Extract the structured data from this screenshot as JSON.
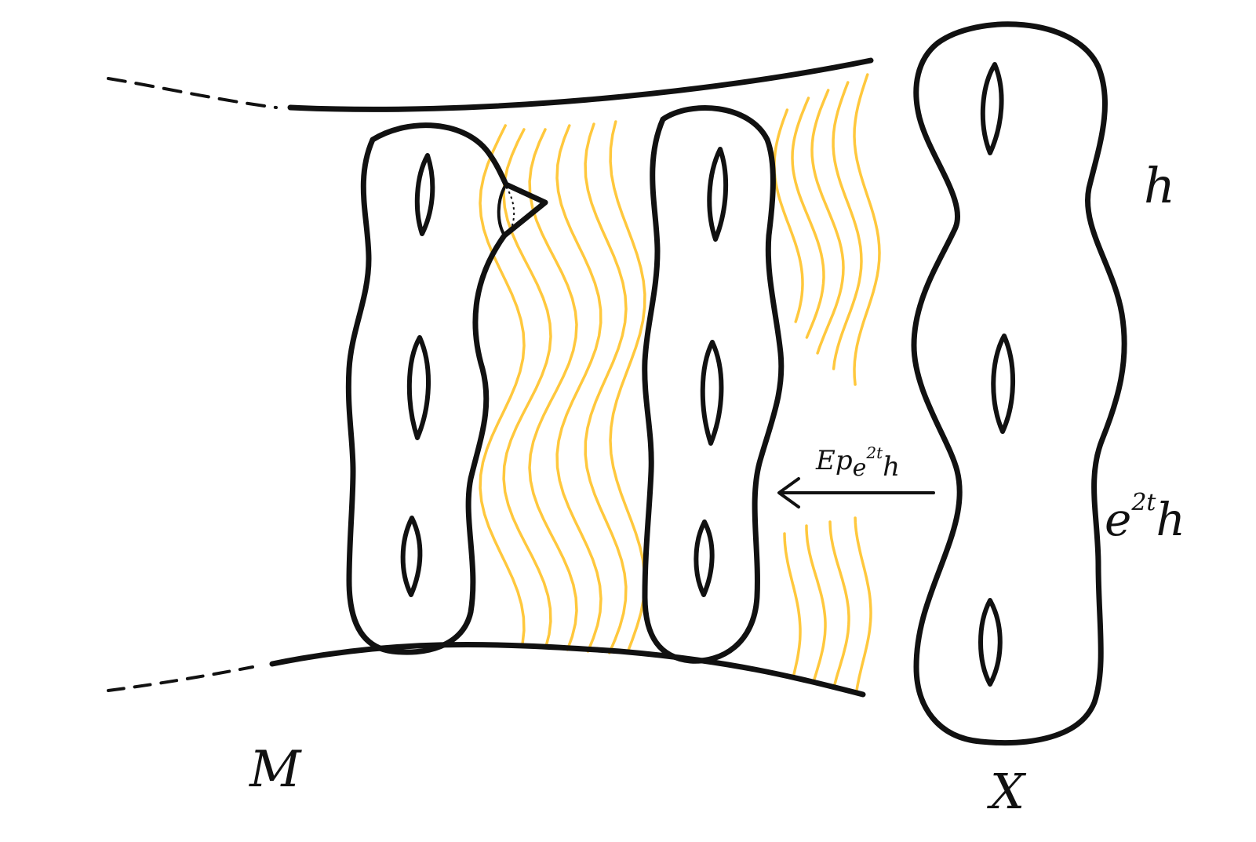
{
  "labels": {
    "manifold": "M",
    "space": "X",
    "metric": "h",
    "scaled_metric_base": "e",
    "scaled_metric_exp": "2t",
    "scaled_metric_tail": "h",
    "arrow_label_base": "Ep",
    "arrow_label_sub": "e",
    "arrow_label_sub_exp": "2t",
    "arrow_label_tail": "h"
  },
  "colors": {
    "surface_left": "#FDC73A",
    "surface_middle": "#E0A301",
    "surface_right": "#EE4895",
    "flow_lines": "#FFC83D",
    "ink": "#111111"
  },
  "surfaces": [
    {
      "name": "left-surface",
      "genus": 3
    },
    {
      "name": "middle-surface",
      "genus": 3
    },
    {
      "name": "right-surface",
      "genus": 3
    }
  ]
}
